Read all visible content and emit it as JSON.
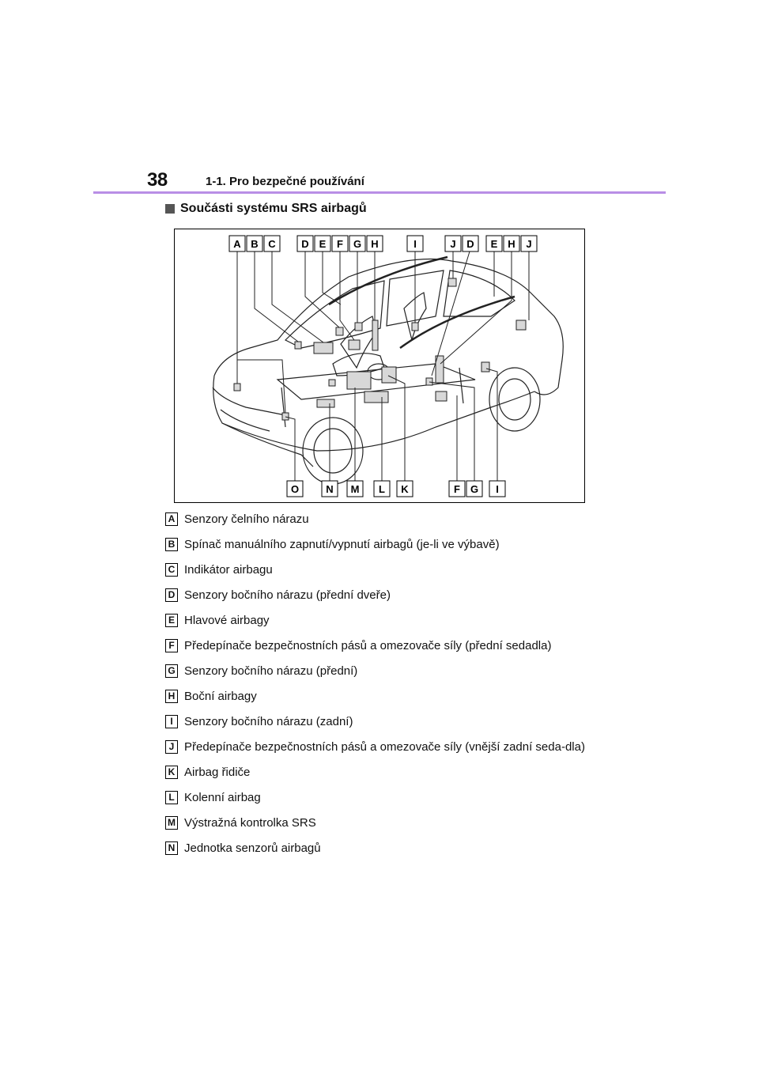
{
  "header": {
    "page_number": "38",
    "section": "1-1. Pro bezpečné používání"
  },
  "subheading": "Součásti systému SRS airbagů",
  "diagram": {
    "top_labels": [
      "A",
      "B",
      "C",
      "D",
      "E",
      "F",
      "G",
      "H",
      "I",
      "J",
      "D",
      "E",
      "H",
      "J"
    ],
    "bottom_labels": [
      "O",
      "N",
      "M",
      "L",
      "K",
      "F",
      "G",
      "I"
    ]
  },
  "legend": [
    {
      "key": "A",
      "text": "Senzory čelního nárazu"
    },
    {
      "key": "B",
      "text": "Spínač manuálního zapnutí/vypnutí airbagů (je-li ve výbavě)"
    },
    {
      "key": "C",
      "text": "Indikátor airbagu"
    },
    {
      "key": "D",
      "text": "Senzory bočního nárazu (přední dveře)"
    },
    {
      "key": "E",
      "text": "Hlavové airbagy"
    },
    {
      "key": "F",
      "text": "Předepínače bezpečnostních pásů a omezovače síly (přední sedadla)"
    },
    {
      "key": "G",
      "text": "Senzory bočního nárazu (přední)"
    },
    {
      "key": "H",
      "text": "Boční airbagy"
    },
    {
      "key": "I",
      "text": "Senzory bočního nárazu (zadní)"
    },
    {
      "key": "J",
      "text": "Předepínače bezpečnostních pásů a omezovače síly (vnější zadní seda-dla)"
    },
    {
      "key": "K",
      "text": "Airbag řidiče"
    },
    {
      "key": "L",
      "text": "Kolenní airbag"
    },
    {
      "key": "M",
      "text": "Výstražná kontrolka SRS"
    },
    {
      "key": "N",
      "text": "Jednotka senzorů airbagů"
    }
  ]
}
